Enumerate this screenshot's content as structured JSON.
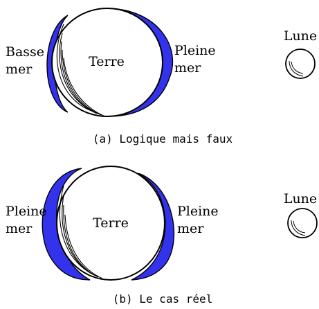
{
  "panel_a": {
    "left_label": [
      "Basse",
      "mer"
    ],
    "center_label": "Terre",
    "right_label": [
      "Pleine",
      "mer"
    ],
    "moon_label": "Lune",
    "caption": "(a)  Logique mais faux",
    "tide_color": "#3333ee"
  },
  "panel_b": {
    "left_label": [
      "Pleine",
      "mer"
    ],
    "center_label": "Terre",
    "right_label": [
      "Pleine",
      "mer"
    ],
    "moon_label": "Lune",
    "caption": "(b)  Le cas réel",
    "tide_color": "#3333ee"
  }
}
